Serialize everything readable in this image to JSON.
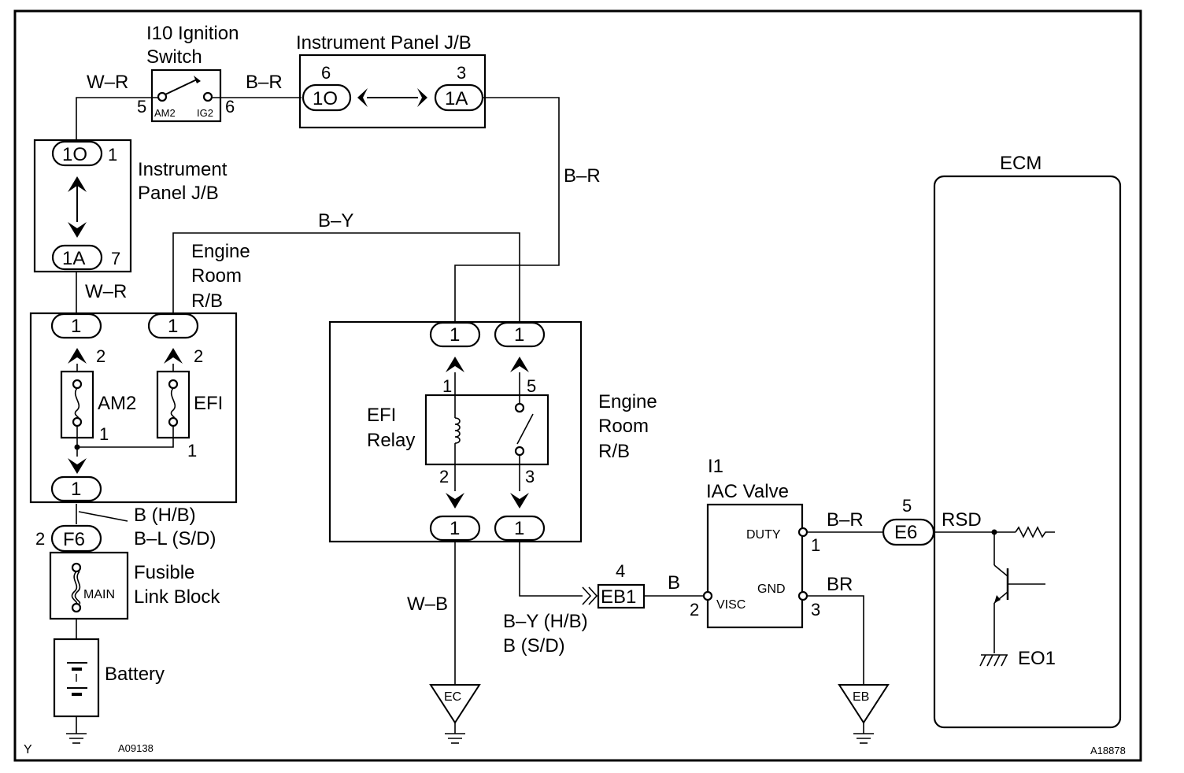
{
  "title": "",
  "components": {
    "ignition_switch": {
      "name_line1": "I10 Ignition",
      "name_line2": "Switch",
      "pin_in": "5",
      "pin_out": "6",
      "term_in": "AM2",
      "term_out": "IG2"
    },
    "ipjb_top": {
      "name": "Instrument Panel J/B",
      "pin_left": "6",
      "pin_right": "3",
      "conn_left": "1O",
      "conn_right": "1A"
    },
    "ipjb_left": {
      "name_line1": "Instrument",
      "name_line2": "Panel J/B",
      "conn_top": "1O",
      "pin_top": "1",
      "conn_bottom": "1A",
      "pin_bottom": "7"
    },
    "engine_rb_left": {
      "name_line1": "Engine",
      "name_line2": "Room",
      "name_line3": "R/B",
      "conn_top_left": "1",
      "conn_top_right": "1",
      "conn_bottom": "1",
      "fuse_am2": "AM2",
      "fuse_efi": "EFI",
      "pin_am2_top": "2",
      "pin_efi_top": "2",
      "pin_am2_bottom": "1",
      "pin_efi_bottom": "1"
    },
    "engine_rb_right": {
      "name_line1": "Engine",
      "name_line2": "Room",
      "name_line3": "R/B",
      "conn_top_left": "1",
      "conn_top_right": "1",
      "conn_bottom_left": "1",
      "conn_bottom_right": "1",
      "relay_line1": "EFI",
      "relay_line2": "Relay",
      "pin_1": "1",
      "pin_5": "5",
      "pin_2": "2",
      "pin_3": "3"
    },
    "fusible_link": {
      "conn": "F6",
      "pin": "2",
      "name_line1": "Fusible",
      "name_line2": "Link Block",
      "fuse": "MAIN"
    },
    "battery": {
      "name": "Battery"
    },
    "iac_valve": {
      "name_line1": "I1",
      "name_line2": "IAC Valve",
      "term_duty": "DUTY",
      "term_gnd": "GND",
      "term_visc": "VISC",
      "pin_duty": "1",
      "pin_visc": "2",
      "pin_gnd": "3"
    },
    "connector_eb1": {
      "name": "EB1",
      "pin": "4"
    },
    "connector_e6": {
      "name": "E6",
      "pin": "5"
    },
    "ecm": {
      "name": "ECM",
      "term_rsd": "RSD",
      "term_eo1": "EO1"
    },
    "grounds": {
      "ec": "EC",
      "eb": "EB"
    }
  },
  "wires": {
    "w_r_top": "W–R",
    "b_r_top": "B–R",
    "b_r_vertical": "B–R",
    "b_y_top": "B–Y",
    "w_r_mid": "W–R",
    "b_hb_line1": "B (H/B)",
    "b_hb_line2": "B–L (S/D)",
    "w_b": "W–B",
    "by_hb_line1": "B–Y (H/B)",
    "by_hb_line2": "B (S/D)",
    "b_iac": "B",
    "b_r_ecm": "B–R",
    "br": "BR"
  },
  "footer": {
    "corner": "Y",
    "code_left": "A09138",
    "code_right": "A18878"
  }
}
